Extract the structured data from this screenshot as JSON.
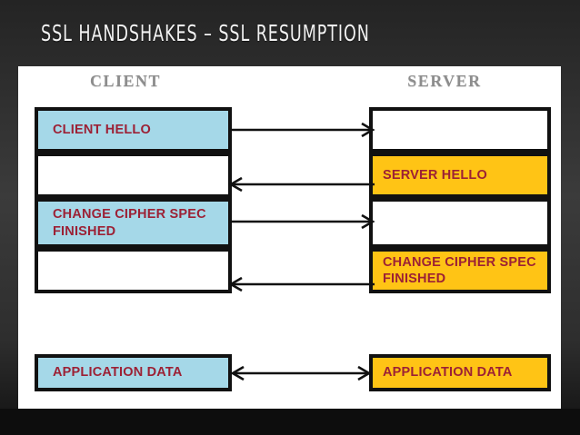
{
  "slide": {
    "title": "SSL HANDSHAKES – SSL RESUMPTION",
    "background_color": "#2e2e2e",
    "panel_color": "#ffffff"
  },
  "colors": {
    "client_fill": "#a5d8e8",
    "server_fill": "#ffc415",
    "text_red": "#9c2135",
    "caption_gray": "#8d8d8d",
    "border": "#111111"
  },
  "diagram": {
    "type": "sequence",
    "columns": [
      {
        "id": "client",
        "caption": "CLIENT"
      },
      {
        "id": "server",
        "caption": "SERVER"
      }
    ],
    "client_boxes": [
      {
        "label": "CLIENT HELLO",
        "fill": "client"
      },
      {
        "label": "",
        "fill": "empty"
      },
      {
        "label": "CHANGE CIPHER SPEC\nFINISHED",
        "fill": "client"
      },
      {
        "label": "",
        "fill": "empty"
      },
      {
        "label": "APPLICATION DATA",
        "fill": "client"
      }
    ],
    "server_boxes": [
      {
        "label": "",
        "fill": "empty"
      },
      {
        "label": "SERVER HELLO",
        "fill": "server"
      },
      {
        "label": "",
        "fill": "empty"
      },
      {
        "label": "CHANGE CIPHER SPEC\nFINISHED",
        "fill": "server"
      },
      {
        "label": "APPLICATION DATA",
        "fill": "server"
      }
    ],
    "arrows": [
      {
        "id": "client-hello-arrow",
        "direction": "right",
        "from": "client",
        "to": "server"
      },
      {
        "id": "server-hello-arrow",
        "direction": "left",
        "from": "server",
        "to": "client"
      },
      {
        "id": "client-ccs-finished-arrow",
        "direction": "right",
        "from": "client",
        "to": "server"
      },
      {
        "id": "server-ccs-finished-arrow",
        "direction": "left",
        "from": "server",
        "to": "client"
      },
      {
        "id": "application-data-arrow",
        "direction": "both",
        "from": "client",
        "to": "server"
      }
    ]
  }
}
